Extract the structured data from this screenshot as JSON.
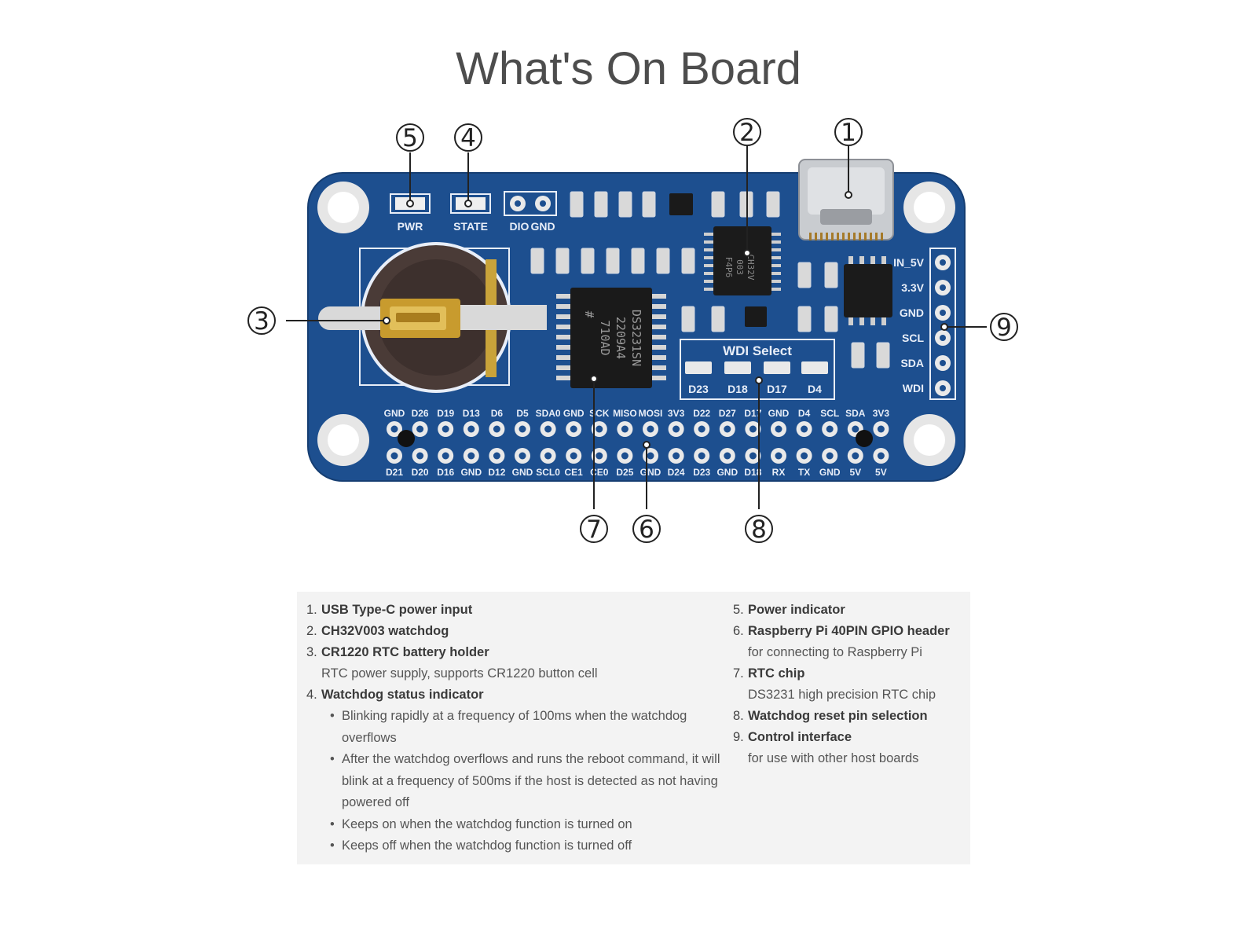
{
  "title": "What's On Board",
  "board": {
    "led_labels": [
      "PWR",
      "STATE"
    ],
    "pin_labels_top": [
      "DIO",
      "GND"
    ],
    "right_pins": [
      "IN_5V",
      "3.3V",
      "GND",
      "SCL",
      "SDA",
      "WDI"
    ],
    "wdi_select_title": "WDI Select",
    "wdi_select_pins": [
      "D23",
      "D18",
      "D17",
      "D4"
    ],
    "header_top": [
      "GND",
      "D26",
      "D19",
      "D13",
      "D6",
      "D5",
      "SDA0",
      "GND",
      "SCK",
      "MISO",
      "MOSI",
      "3V3",
      "D22",
      "D27",
      "D17",
      "GND",
      "D4",
      "SCL",
      "SDA",
      "3V3"
    ],
    "header_bottom": [
      "D21",
      "D20",
      "D16",
      "GND",
      "D12",
      "GND",
      "SCL0",
      "CE1",
      "CE0",
      "D25",
      "GND",
      "D24",
      "D23",
      "GND",
      "D18",
      "RX",
      "TX",
      "GND",
      "5V",
      "5V"
    ],
    "rtc_chip_text": [
      "DS3231SN",
      "2209A4",
      "710AD",
      "#"
    ],
    "wd_chip_text": [
      "CH32V",
      "003",
      "F4P6"
    ],
    "callouts": [
      "1",
      "2",
      "3",
      "4",
      "5",
      "6",
      "7",
      "8",
      "9"
    ]
  },
  "left_items": [
    {
      "num": "1.",
      "title": "USB Type-C power input"
    },
    {
      "num": "2.",
      "title": "CH32V003 watchdog"
    },
    {
      "num": "3.",
      "title": "CR1220 RTC battery holder",
      "desc": "RTC power supply, supports CR1220 button cell"
    },
    {
      "num": "4.",
      "title": "Watchdog status indicator",
      "bullets": [
        "Blinking rapidly at a frequency of 100ms when the watchdog overflows",
        "After the watchdog overflows and runs the reboot command, it will blink at a frequency of 500ms if the host is detected as not having powered off",
        "Keeps on when the watchdog function is turned on",
        "Keeps off when the watchdog function is turned off"
      ]
    }
  ],
  "right_items": [
    {
      "num": "5.",
      "title": "Power indicator"
    },
    {
      "num": "6.",
      "title": "Raspberry Pi 40PIN GPIO header",
      "desc": "for connecting to Raspberry Pi"
    },
    {
      "num": "7.",
      "title": "RTC chip",
      "desc": "DS3231 high precision RTC chip"
    },
    {
      "num": "8.",
      "title": "Watchdog reset pin selection"
    },
    {
      "num": "9.",
      "title": "Control interface",
      "desc": "for use with other host boards"
    }
  ],
  "colors": {
    "pcb": "#1d4f8f",
    "pcb_edge": "#163e72",
    "pad": "#e9e9e9",
    "box_bg": "#f3f3f3"
  }
}
